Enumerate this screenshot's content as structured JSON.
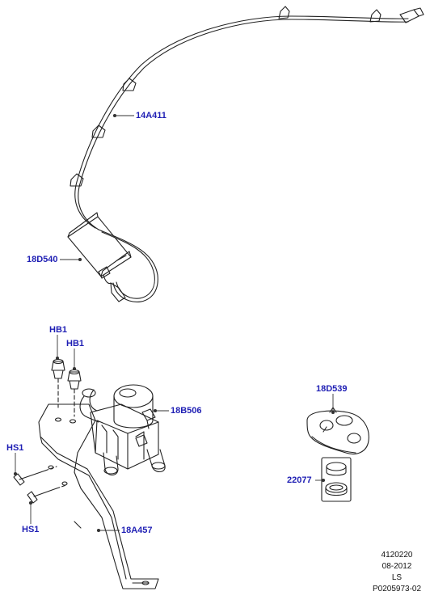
{
  "callouts": {
    "c14A411": "14A411",
    "c18D540": "18D540",
    "cHB1_top": "HB1",
    "cHB1_right": "HB1",
    "c18B506": "18B506",
    "cHS1_upper": "HS1",
    "cHS1_lower": "HS1",
    "c18A457": "18A457",
    "c18D539": "18D539",
    "c22077": "22077"
  },
  "reference": {
    "code": "4120220",
    "date": "08-2012",
    "model": "LS",
    "illustration": "P0205973-02"
  },
  "colors": {
    "callout": "#1f1fb4",
    "line": "#222222",
    "leader": "#333333"
  }
}
